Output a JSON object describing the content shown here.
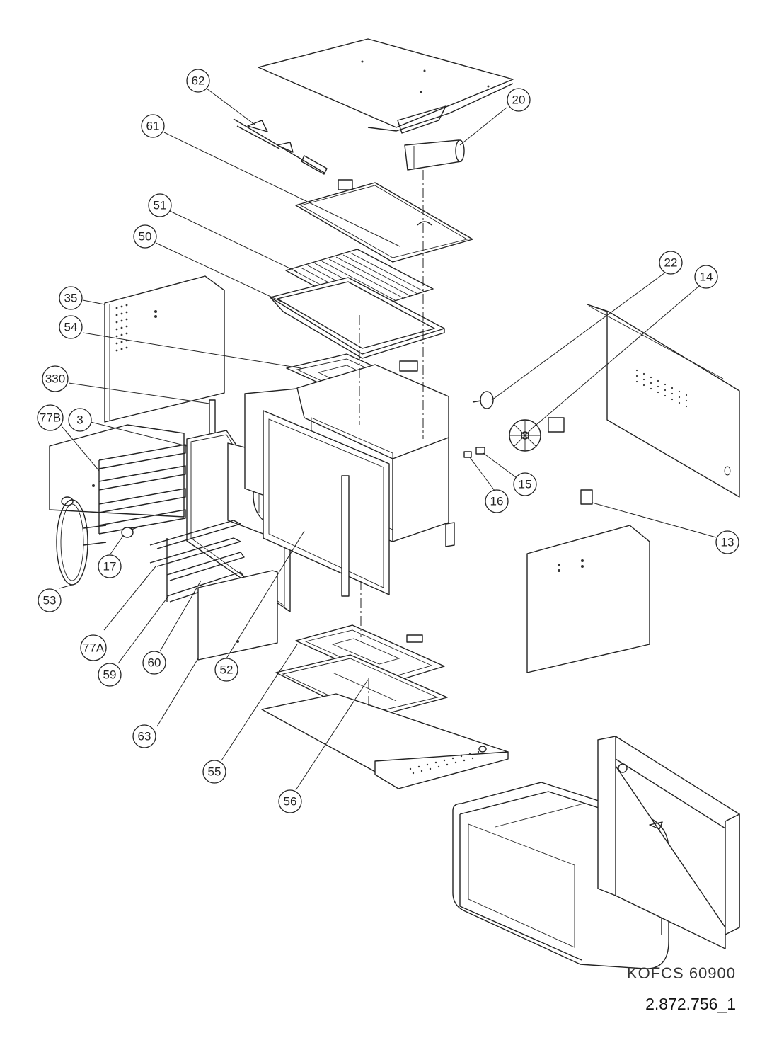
{
  "footer": {
    "model": "KOFCS 60900",
    "code": "2.872.756_1"
  },
  "callouts": [
    {
      "id": "c62",
      "label": "62"
    },
    {
      "id": "c20",
      "label": "20"
    },
    {
      "id": "c61",
      "label": "61"
    },
    {
      "id": "c51",
      "label": "51"
    },
    {
      "id": "c50",
      "label": "50"
    },
    {
      "id": "c22",
      "label": "22"
    },
    {
      "id": "c14",
      "label": "14"
    },
    {
      "id": "c35",
      "label": "35"
    },
    {
      "id": "c54",
      "label": "54"
    },
    {
      "id": "c330",
      "label": "330"
    },
    {
      "id": "c77B",
      "label": "77B"
    },
    {
      "id": "c3",
      "label": "3"
    },
    {
      "id": "c15",
      "label": "15"
    },
    {
      "id": "c16",
      "label": "16"
    },
    {
      "id": "c13",
      "label": "13"
    },
    {
      "id": "c17",
      "label": "17"
    },
    {
      "id": "c53",
      "label": "53"
    },
    {
      "id": "c77A",
      "label": "77A"
    },
    {
      "id": "c60",
      "label": "60"
    },
    {
      "id": "c59",
      "label": "59"
    },
    {
      "id": "c52",
      "label": "52"
    },
    {
      "id": "c63",
      "label": "63"
    },
    {
      "id": "c55",
      "label": "55"
    },
    {
      "id": "c56",
      "label": "56"
    }
  ]
}
